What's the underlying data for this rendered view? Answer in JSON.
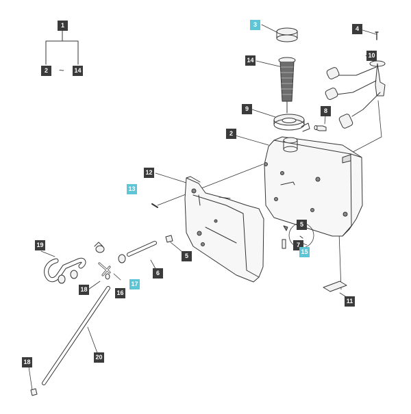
{
  "diagram": {
    "callouts": [
      {
        "id": "callout-1",
        "label": "1",
        "highlight": false
      },
      {
        "id": "callout-2",
        "label": "2",
        "highlight": false
      },
      {
        "id": "callout-14-legend",
        "label": "14",
        "highlight": false
      },
      {
        "id": "callout-3",
        "label": "3",
        "highlight": true
      },
      {
        "id": "callout-4",
        "label": "4",
        "highlight": false
      },
      {
        "id": "callout-10",
        "label": "10",
        "highlight": false
      },
      {
        "id": "callout-14",
        "label": "14",
        "highlight": false
      },
      {
        "id": "callout-9",
        "label": "9",
        "highlight": false
      },
      {
        "id": "callout-8",
        "label": "8",
        "highlight": false
      },
      {
        "id": "callout-2-tank",
        "label": "2",
        "highlight": false
      },
      {
        "id": "callout-12",
        "label": "12",
        "highlight": false
      },
      {
        "id": "callout-13",
        "label": "13",
        "highlight": true
      },
      {
        "id": "callout-5-tank",
        "label": "5",
        "highlight": false
      },
      {
        "id": "callout-7",
        "label": "7",
        "highlight": false
      },
      {
        "id": "callout-15",
        "label": "15",
        "highlight": true
      },
      {
        "id": "callout-5",
        "label": "5",
        "highlight": false
      },
      {
        "id": "callout-19",
        "label": "19",
        "highlight": false
      },
      {
        "id": "callout-6",
        "label": "6",
        "highlight": false
      },
      {
        "id": "callout-17",
        "label": "17",
        "highlight": true
      },
      {
        "id": "callout-18",
        "label": "18",
        "highlight": false
      },
      {
        "id": "callout-16",
        "label": "16",
        "highlight": false
      },
      {
        "id": "callout-11",
        "label": "11",
        "highlight": false
      },
      {
        "id": "callout-20",
        "label": "20",
        "highlight": false
      },
      {
        "id": "callout-18-end",
        "label": "18",
        "highlight": false
      }
    ],
    "range_separator": "~",
    "colors": {
      "callout_bg": "#3b3b3b",
      "callout_highlight_bg": "#5cc6d6",
      "line": "#333333",
      "part_fill": "#f2f2f2"
    }
  }
}
